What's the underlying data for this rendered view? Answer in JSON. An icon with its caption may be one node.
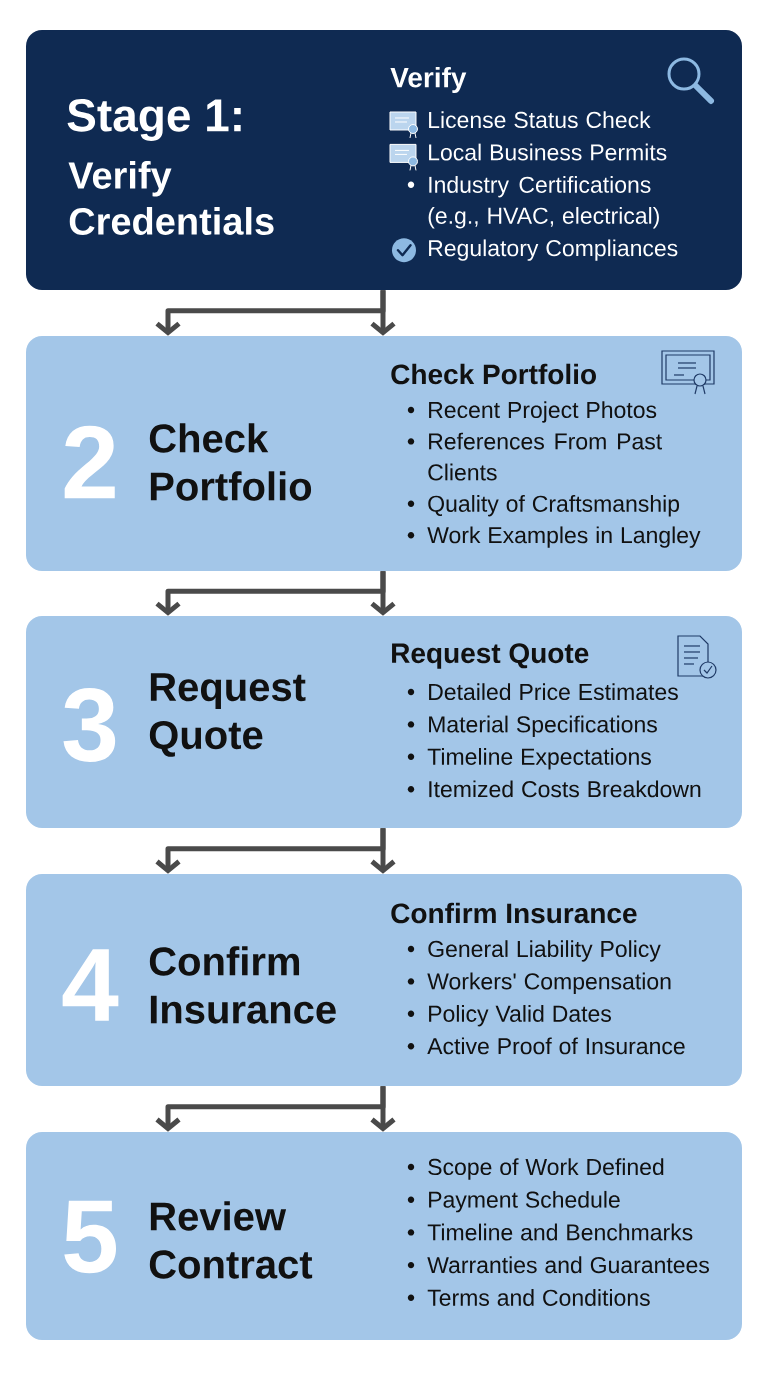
{
  "diagram": {
    "nodes": [
      {
        "text": [
          "Stage 1:",
          "Verify Credentials",
          "Verify",
          "License Status Check",
          "Local Business Permits",
          "Industry Certifications (e.g., HVAC, electrical)",
          "Regulatory Compliances"
        ]
      },
      {
        "text": [
          "2",
          "Check Portfolio",
          "Check Portfolio",
          "Recent Project Photos",
          "References From Past Clients",
          "Quality of Craftsmanship",
          "Work Examples in Langley"
        ]
      },
      {
        "text": [
          "3",
          "Request Quote",
          "Request Quote",
          "Detailed Price Estimates",
          "Material Specifications",
          "Timeline Expectations",
          "Itemized Costs Breakdown"
        ]
      },
      {
        "text": [
          "4",
          "Confirm Insurance",
          "Confirm Insurance",
          "General Liability Policy",
          "Workers' Compensation",
          "Policy Valid Dates",
          "Active Proof of Insurance"
        ]
      },
      {
        "text": [
          "5",
          "Review Contract",
          "Scope of Work Defined",
          "Payment Schedule",
          "Timeline and Benchmarks",
          "Warranties and Guarantees",
          "Terms and Conditions"
        ]
      }
    ],
    "edges": [
      {
        "from": 0,
        "to": 1,
        "arrow": "to"
      },
      {
        "from": 0,
        "to": 1,
        "arrow": "to"
      },
      {
        "from": 1,
        "to": 2,
        "arrow": "to"
      },
      {
        "from": 1,
        "to": 2,
        "arrow": "to"
      },
      {
        "from": 2,
        "to": 3,
        "arrow": "to"
      },
      {
        "from": 2,
        "to": 3,
        "arrow": "to"
      },
      {
        "from": 3,
        "to": 4,
        "arrow": "to"
      },
      {
        "from": 3,
        "to": 4,
        "arrow": "to"
      }
    ]
  }
}
